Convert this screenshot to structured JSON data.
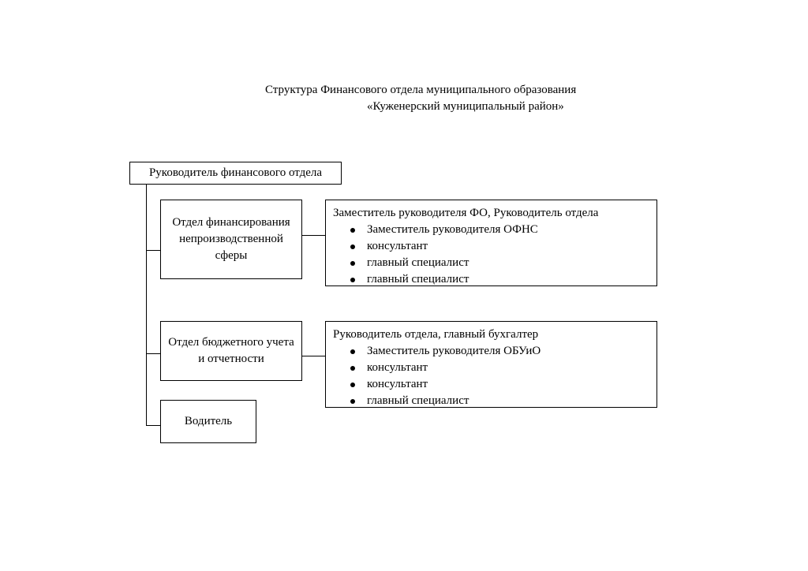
{
  "title": {
    "line1": "Структура Финансового отдела муниципального образования",
    "line2": "«Куженерский муниципальный район»"
  },
  "root": {
    "label": "Руководитель финансового отдела"
  },
  "departments": [
    {
      "label": "Отдел финансирования непроизводственной сферы",
      "details": {
        "head": "Заместитель руководителя ФО, Руководитель отдела",
        "items": [
          "Заместитель руководителя ОФНС",
          "консультант",
          "главный специалист",
          "главный специалист"
        ]
      }
    },
    {
      "label": "Отдел бюджетного учета и отчетности",
      "details": {
        "head": "Руководитель отдела, главный бухгалтер",
        "items": [
          "Заместитель руководителя ОБУиО",
          "консультант",
          "консультант",
          "главный специалист"
        ]
      }
    },
    {
      "label": "Водитель"
    }
  ],
  "bullet_icon": "filled-circle-bullet-icon"
}
